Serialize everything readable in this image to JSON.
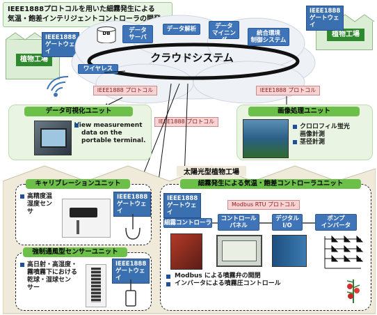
{
  "title": {
    "line1": "IEEE1888プロトコルを用いた細霧発生による",
    "line2": "気温・飽差インテリジェントコントローラの開発"
  },
  "gateway_label_line1": "IEEE1888",
  "gateway_label_line2": "ゲートウェイ",
  "cloud": {
    "label": "クラウドシステム",
    "db": "DB",
    "data_server": [
      "データ",
      "サーバ"
    ],
    "data_analysis": "データ解析",
    "data_mining": [
      "データ",
      "マイニング"
    ],
    "integrated_env": [
      "統合環境",
      "制御システム"
    ],
    "wireless": "ワイヤレス"
  },
  "factories": {
    "left": "植物工場",
    "right": "植物工場"
  },
  "protocol_label": "IEEE1888 プロトコル",
  "data_vis": {
    "title": "データ可視化ユニット",
    "text": [
      "View measurement",
      "data on the",
      "portable terminal."
    ]
  },
  "image_proc": {
    "title": "画像処理ユニット",
    "items": [
      "クロロフィル蛍光",
      "画像計測",
      "茎径計測"
    ]
  },
  "solar_factory": "太陽光型植物工場",
  "calibration": {
    "title": "キャリブレーションユニット",
    "items": [
      "高精度温",
      "湿度セン",
      "サ"
    ]
  },
  "forced_vent": {
    "title": "強制通風型センサーユニット",
    "items": [
      "高日射・高湿度・",
      "霧噴霧下における",
      "乾球・湿球セン",
      "サー"
    ]
  },
  "mist": {
    "title": "細霧発生による気温・飽差コントローラユニット",
    "modbus": "Modbus RTU プロトコル",
    "controller": "細霧コントローラ",
    "panel": [
      "コントロール",
      "パネル"
    ],
    "digital_io": [
      "デジタル",
      "I/O"
    ],
    "pump": [
      "ポンプ",
      "インバータ"
    ],
    "bullet1": "Modbus による噴霧弁の開閉",
    "bullet2": "インバータによる噴霧圧コントロール"
  },
  "colors": {
    "blue": "#3f74b8",
    "green": "#6cc04a",
    "panel_bg": "#e9f5e2",
    "factory_bg": "#efeada",
    "proto_bg": "#f7d3d3"
  }
}
